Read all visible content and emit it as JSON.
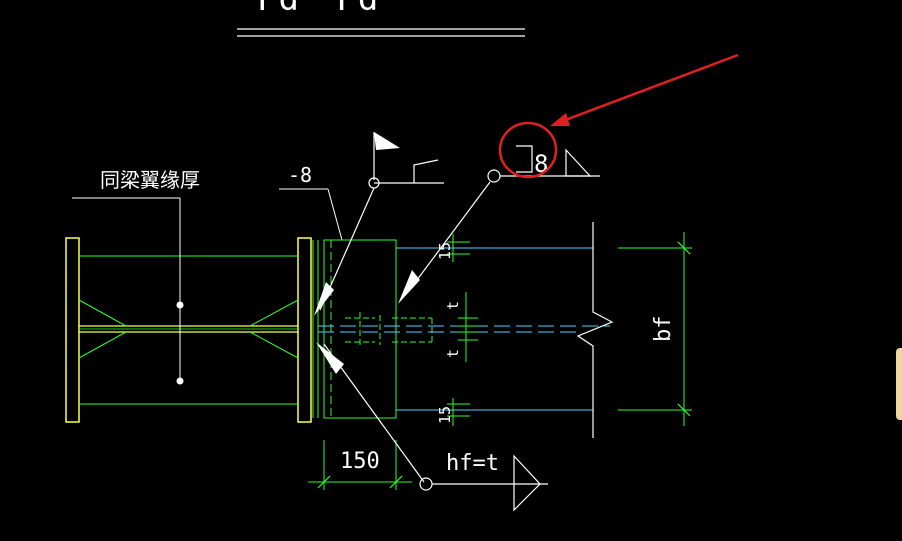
{
  "labels": {
    "top_partial": "Td Td",
    "flange_note": "同梁翼缘厚",
    "plate_thickness": "-8",
    "weld_symbol_size": "8",
    "dim_top": "15",
    "dim_bottom": "15",
    "thickness_t_upper": "t",
    "thickness_t_lower": "t",
    "dim_width": "bf",
    "dim_150": "150",
    "weld_hf": "hf=t"
  },
  "colors": {
    "background": "#000000",
    "yellow": "#ffff4d",
    "green": "#2bff2b",
    "white": "#ffffff",
    "cyan": "#4dd2ff",
    "annotation_red": "#e02020"
  }
}
